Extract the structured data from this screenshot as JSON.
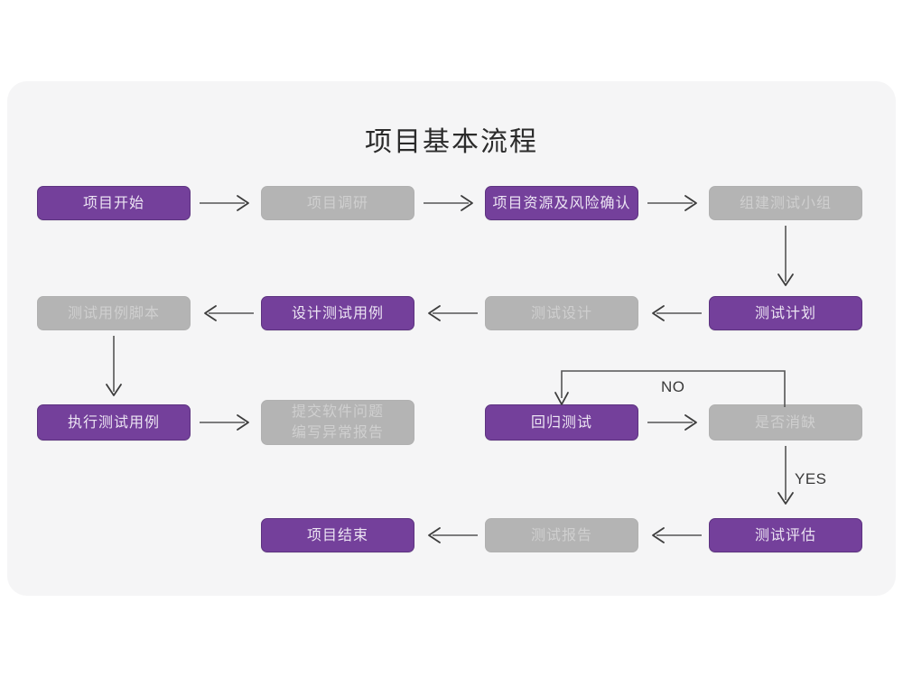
{
  "page": {
    "title": "项目基本流程",
    "background_color": "#ffffff",
    "card_color": "#f5f5f6"
  },
  "palette": {
    "purple": "#74409b",
    "purple_text": "#ece4f3",
    "gray": "#b4b4b4",
    "gray_text": "#cfcfcf",
    "arrow": "#555555",
    "title_text": "#2b2b2b"
  },
  "flow": {
    "rows": [
      {
        "row": 1,
        "nodes": [
          {
            "id": "n1",
            "label": "项目开始",
            "style": "purple"
          },
          {
            "id": "n2",
            "label": "项目调研",
            "style": "gray"
          },
          {
            "id": "n3",
            "label": "项目资源及风险确认",
            "style": "purple"
          },
          {
            "id": "n4",
            "label": "组建测试小组",
            "style": "gray"
          }
        ]
      },
      {
        "row": 2,
        "nodes": [
          {
            "id": "n8",
            "label": "测试用例脚本",
            "style": "gray"
          },
          {
            "id": "n7",
            "label": "设计测试用例",
            "style": "purple"
          },
          {
            "id": "n6",
            "label": "测试设计",
            "style": "gray"
          },
          {
            "id": "n5",
            "label": "测试计划",
            "style": "purple"
          }
        ]
      },
      {
        "row": 3,
        "nodes": [
          {
            "id": "n9",
            "label": "执行测试用例",
            "style": "purple"
          },
          {
            "id": "n10",
            "label": "提交软件问题\n编写异常报告",
            "style": "gray"
          },
          {
            "id": "n11",
            "label": "回归测试",
            "style": "purple"
          },
          {
            "id": "n12",
            "label": "是否消缺",
            "style": "gray"
          }
        ]
      },
      {
        "row": 4,
        "nodes": [
          {
            "id": "n15",
            "label": "项目结束",
            "style": "purple"
          },
          {
            "id": "n14",
            "label": "测试报告",
            "style": "gray"
          },
          {
            "id": "n13",
            "label": "测试评估",
            "style": "purple"
          }
        ]
      }
    ],
    "edge_labels": {
      "no": "NO",
      "yes": "YES"
    }
  }
}
